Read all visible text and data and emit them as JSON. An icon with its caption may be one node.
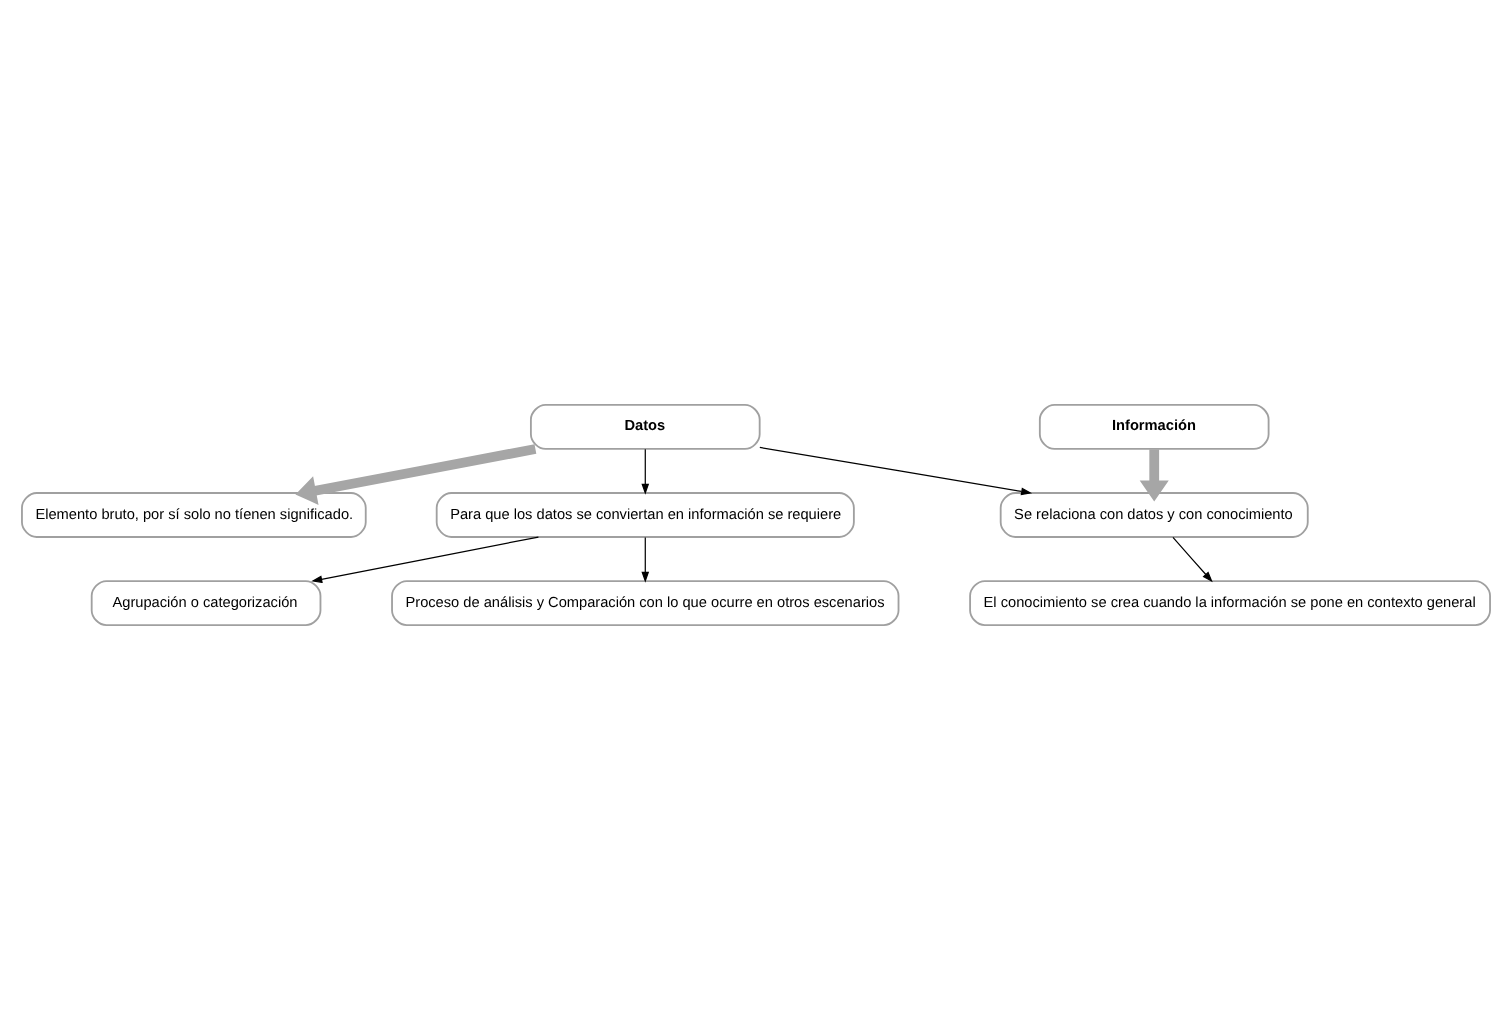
{
  "diagram": {
    "nodes": [
      {
        "text": [
          "Datos"
        ]
      },
      {
        "text": [
          "Información"
        ]
      },
      {
        "text": [
          "Elemento bruto, por sí solo no tíenen significado."
        ]
      },
      {
        "text": [
          "Se relaciona con datos y con conocimiento"
        ]
      },
      {
        "text": [
          "Para que los datos se conviertan en información se requiere"
        ]
      },
      {
        "text": [
          "Agrupación o categorización"
        ]
      },
      {
        "text": [
          "Proceso de análisis y Comparación con lo que ocurre en otros escenarios"
        ]
      },
      {
        "text": [
          "El conocimiento se crea cuando la información se pone en contexto general"
        ]
      }
    ],
    "edges": [
      {
        "from": 0,
        "to": 2,
        "arrow": "to",
        "style": "thick",
        "color": "#a6a6a6"
      },
      {
        "from": 1,
        "to": 3,
        "arrow": "to",
        "style": "thick",
        "color": "#a6a6a6"
      },
      {
        "from": 0,
        "to": 3,
        "arrow": "to"
      },
      {
        "from": 0,
        "to": 4,
        "arrow": "to"
      },
      {
        "from": 4,
        "to": 5,
        "arrow": "to"
      },
      {
        "from": 4,
        "to": 6,
        "arrow": "to"
      },
      {
        "from": 3,
        "to": 7,
        "arrow": "to"
      }
    ]
  }
}
